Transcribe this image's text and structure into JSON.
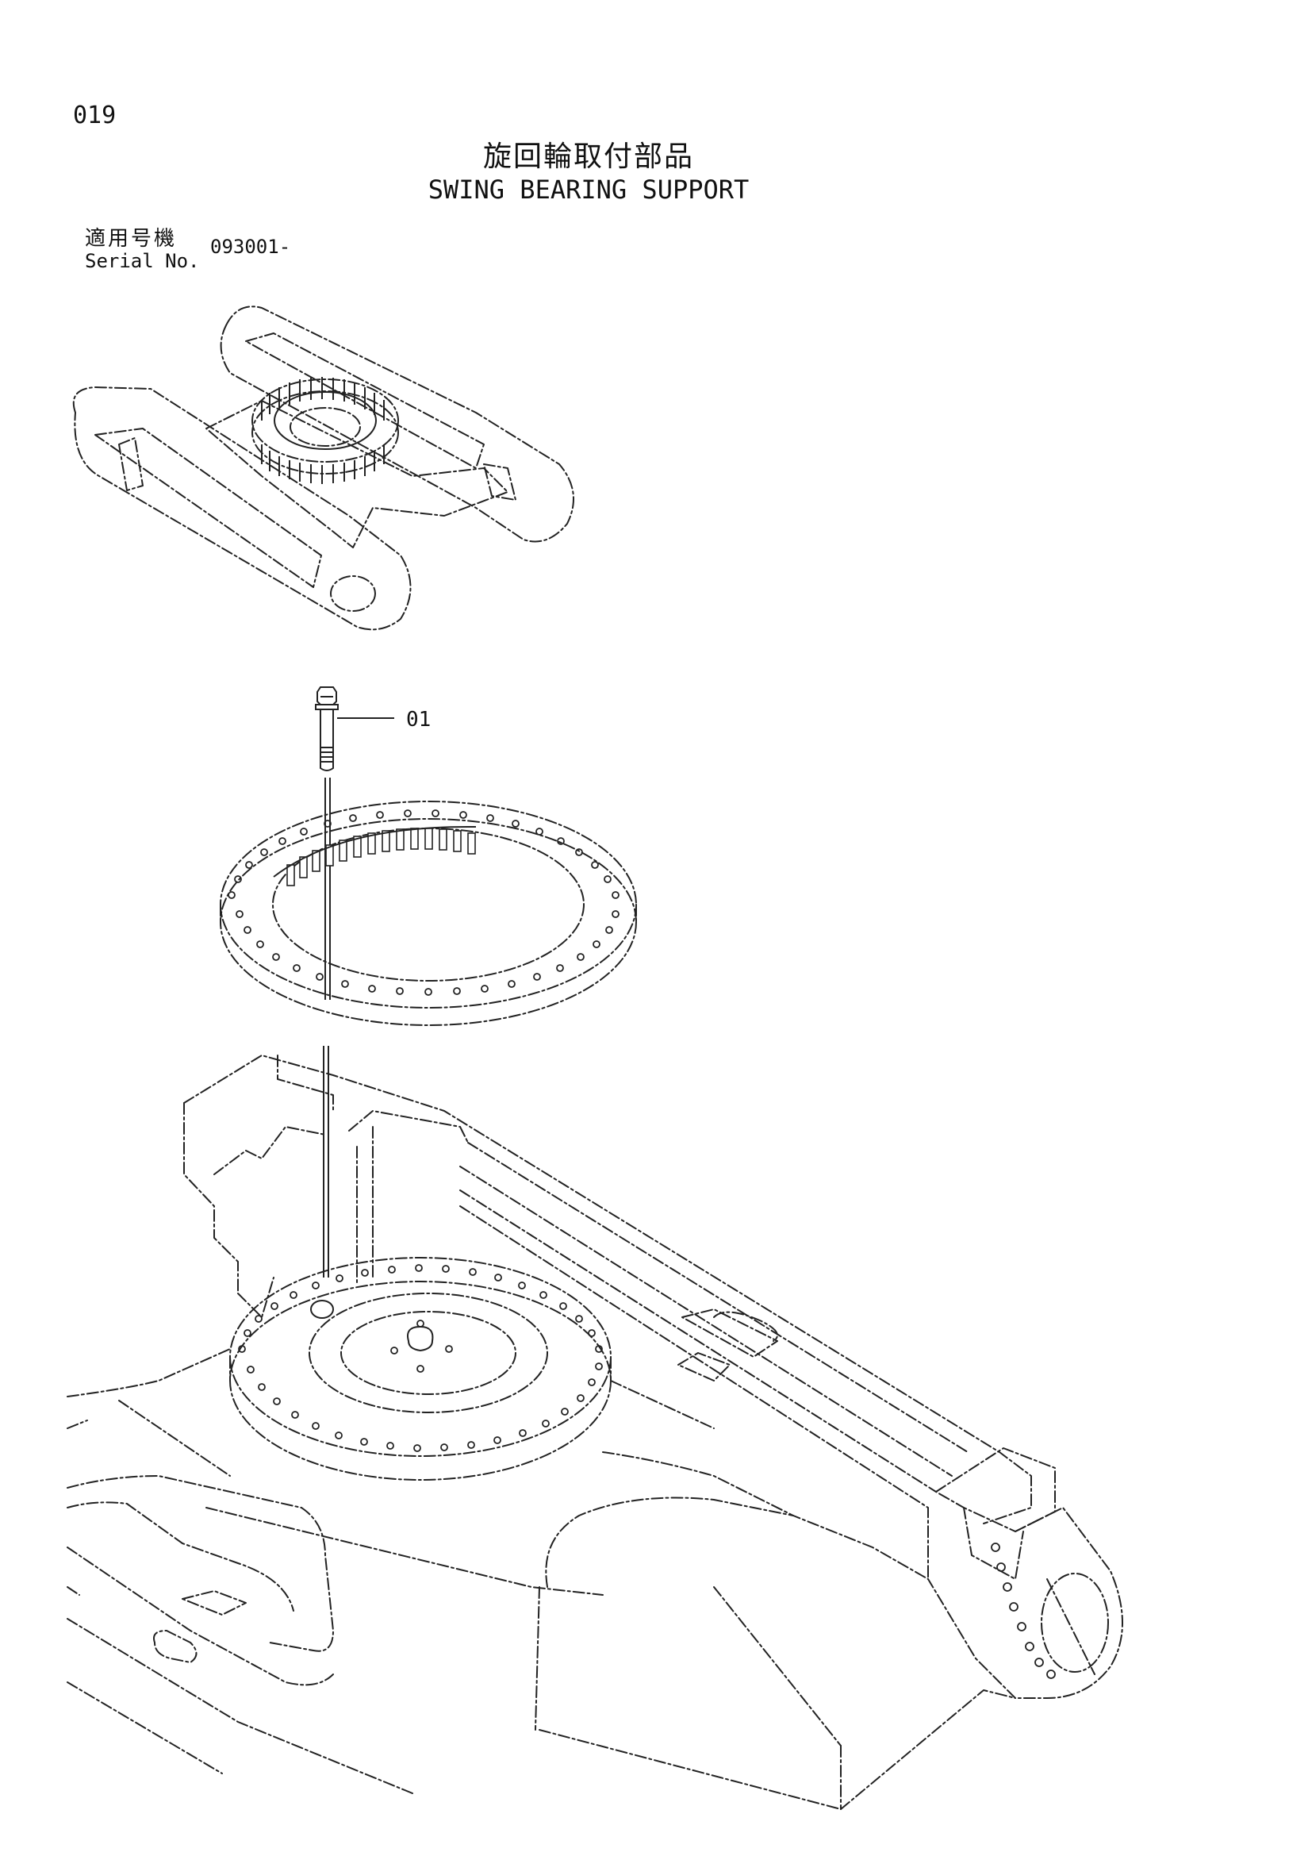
{
  "page": {
    "number": "019"
  },
  "header": {
    "title_jp": "旋回輪取付部品",
    "title_en": "SWING BEARING SUPPORT"
  },
  "serial": {
    "label_jp": "適用号機",
    "label_en": "Serial No.",
    "value": "093001-"
  },
  "callouts": [
    {
      "label": "01",
      "part": "bolt"
    }
  ]
}
